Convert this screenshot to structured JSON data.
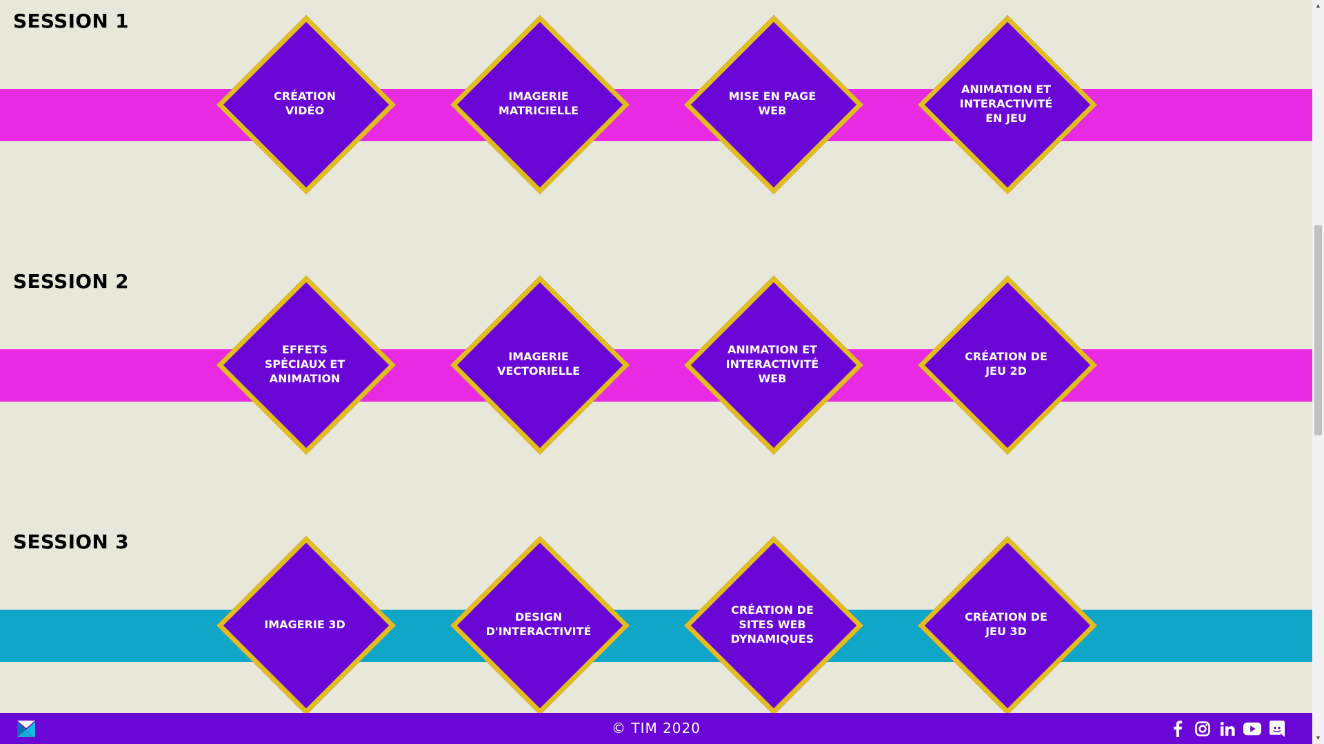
{
  "colors": {
    "background": "#e8e8da",
    "band_magenta": "#e82ae3",
    "band_cyan": "#0fa6c8",
    "diamond_fill": "#6a06d6",
    "diamond_border": "#e2bd1e",
    "footer": "#6a06d6"
  },
  "sessions": [
    {
      "title": "SESSION 1",
      "band_color": "#e82ae3",
      "courses": [
        "CRÉATION VIDÉO",
        "IMAGERIE MATRICIELLE",
        "MISE EN PAGE WEB",
        "ANIMATION ET INTERACTIVITÉ EN JEU"
      ]
    },
    {
      "title": "SESSION 2",
      "band_color": "#e82ae3",
      "courses": [
        "EFFETS SPÉCIAUX ET ANIMATION",
        "IMAGERIE VECTORIELLE",
        "ANIMATION ET INTERACTIVITÉ WEB",
        "CRÉATION DE JEU 2D"
      ]
    },
    {
      "title": "SESSION 3",
      "band_color": "#0fa6c8",
      "courses": [
        "IMAGERIE 3D",
        "DESIGN D'INTERACTIVITÉ",
        "CRÉATION DE SITES WEB DYNAMIQUES",
        "CRÉATION DE JEU 3D"
      ]
    }
  ],
  "footer": {
    "copyright": "© TIM 2020",
    "logo_icon": "tim-logo-icon",
    "social_icons": [
      "facebook-icon",
      "instagram-icon",
      "linkedin-icon",
      "youtube-icon",
      "discord-icon"
    ]
  }
}
